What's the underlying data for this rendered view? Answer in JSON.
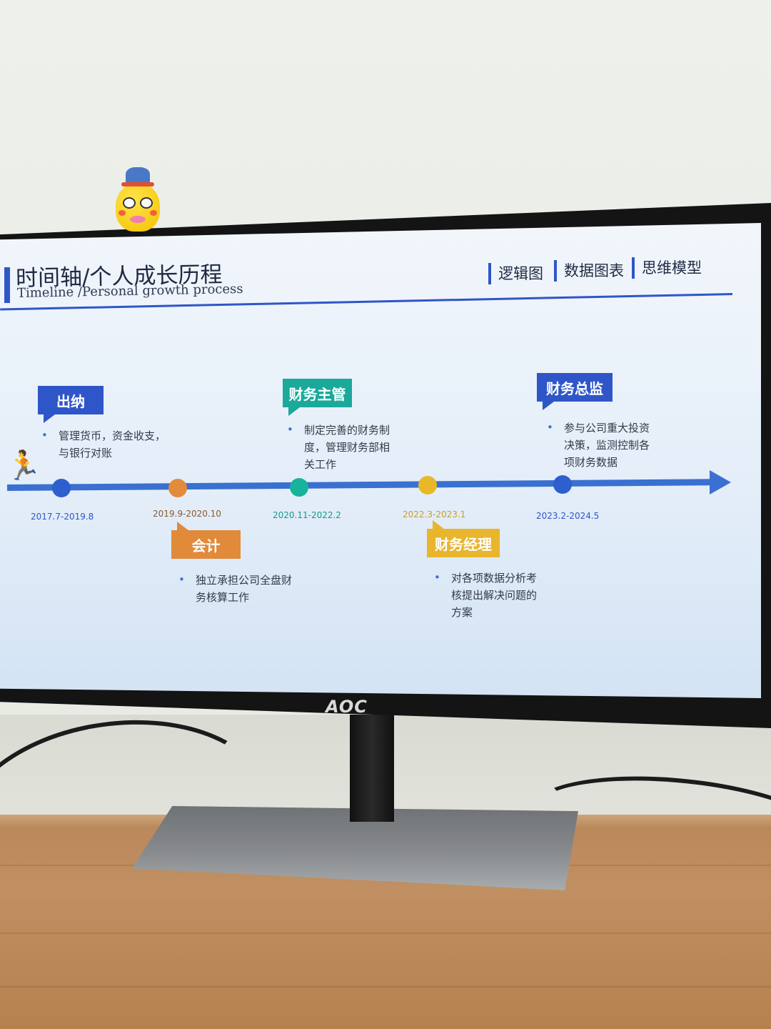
{
  "slide": {
    "title": "时间轴/个人成长历程",
    "subtitle": "Timeline /Personal growth process",
    "tags": [
      "逻辑图",
      "数据图表",
      "思维模型"
    ]
  },
  "timeline": [
    {
      "title": "出纳",
      "date": "2017.7-2019.8",
      "desc": [
        "管理货币，资金收支，",
        "与银行对账"
      ],
      "color": "#2f56c8",
      "dot": "#2e5fcf",
      "date_color": "#2f56c8"
    },
    {
      "title": "会计",
      "date": "2019.9-2020.10",
      "desc": [
        "独立承担公司全盘财",
        "务核算工作"
      ],
      "color": "#e18a3a",
      "dot": "#e38b3c",
      "date_color": "#8a5a2a"
    },
    {
      "title": "财务主管",
      "date": "2020.11-2022.2",
      "desc": [
        "制定完善的财务制",
        "度，管理财务部相",
        "关工作"
      ],
      "color": "#1aa99a",
      "dot": "#17b39a",
      "date_color": "#16998a"
    },
    {
      "title": "财务经理",
      "date": "2022.3-2023.1",
      "desc": [
        "对各项数据分析考",
        "核提出解决问题的",
        "方案"
      ],
      "color": "#e8b52c",
      "dot": "#e9b828",
      "date_color": "#c7a02a"
    },
    {
      "title": "财务总监",
      "date": "2023.2-2024.5",
      "desc": [
        "参与公司重大投资",
        "决策，监测控制各",
        "项财务数据"
      ],
      "color": "#2f56c8",
      "dot": "#2e5fcf",
      "date_color": "#2f56c8"
    }
  ],
  "monitor": {
    "brand": "AOC"
  }
}
